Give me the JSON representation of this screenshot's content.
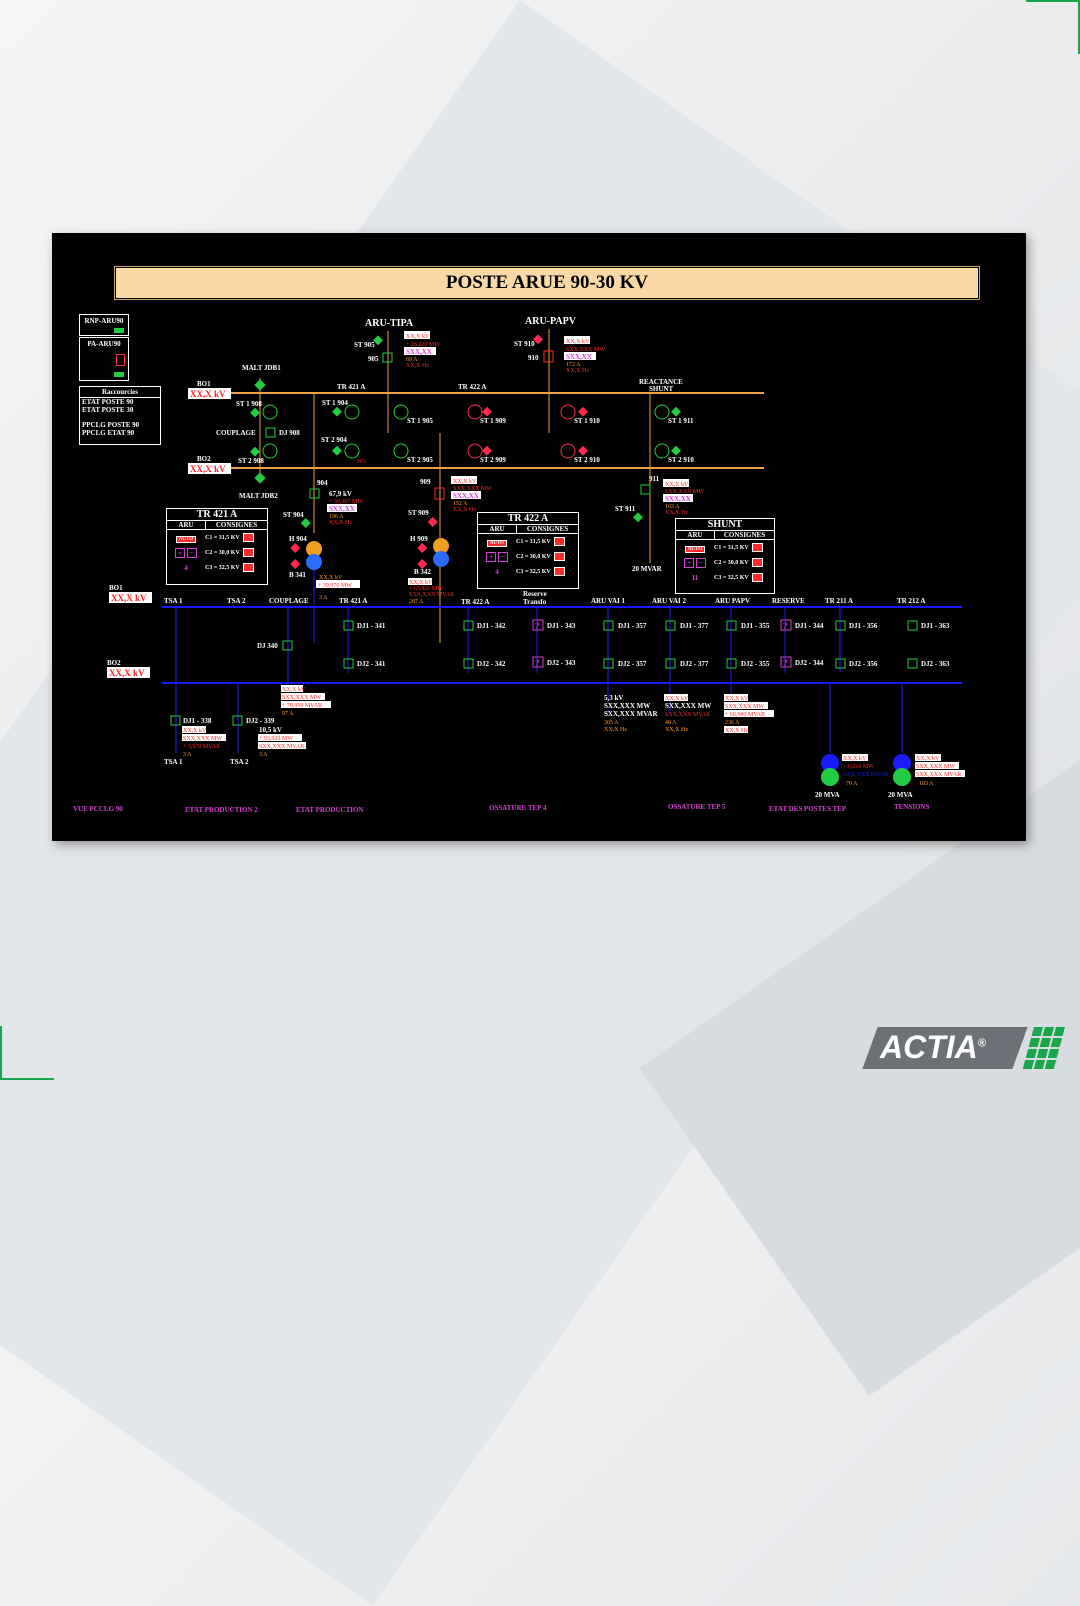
{
  "title": "POSTE ARUE 90-30 KV",
  "top_nodes": {
    "tipa": "ARU-TIPA",
    "papv": "ARU-PAPV"
  },
  "side": {
    "rnp": "RNP-ARU90",
    "pa": "PA-ARU90",
    "shortcuts_title": "Raccourcies",
    "shortcuts": [
      "ETAT POSTE 90",
      "ETAT POSTE 30",
      "PPCLG POSTE 90",
      "PPCLG ETAT 90"
    ]
  },
  "bus90": {
    "bo1": "BO1",
    "bo2": "BO2",
    "bo1_val": "XX,X kV",
    "bo2_val": "XX,X kV"
  },
  "bus30": {
    "bo1": "BO1",
    "bo2": "BO2",
    "bo1_val": "XX,X kV",
    "bo2_val": "XX,X kV"
  },
  "labels90": {
    "malt1": "MALT JDB1",
    "malt2": "MALT JDB2",
    "couplage": "COUPLAGE",
    "dj908": "DJ 908",
    "st1908": "ST 1 908",
    "st2908": "ST 2 908",
    "tr421": "TR 421 A",
    "tr422": "TR 422 A",
    "reactance1": "REACTANCE",
    "reactance2": "SHUNT",
    "st1904": "ST 1 904",
    "st2904": "ST 2 904",
    "st1905": "ST 1 905",
    "st2905": "ST 2 905",
    "st1909": "ST 1 909",
    "st2909": "ST 2 909",
    "st1910": "ST 1 910",
    "st2910": "ST 2 910",
    "st1911": "ST 1 911",
    "st2911": "ST 2 910",
    "st905": "ST 905",
    "b905": "905",
    "st910": "ST 910",
    "b910": "910",
    "b904": "904",
    "st904": "ST 904",
    "h904": "H 904",
    "b341": "B 341",
    "b909": "909",
    "st909": "ST 909",
    "h909": "H 909",
    "b342": "B 342",
    "b911": "911",
    "st911": "ST 911",
    "mvar20": "20 MVAR",
    "no": "NO"
  },
  "meas": {
    "tipa": [
      "XX,X kV",
      "+ 26,220 MW",
      "SXX,XX",
      "69 A",
      "XX,X Hz"
    ],
    "papv": [
      "XX,X kV",
      "SXX,XXX MW",
      "SXX,XX",
      "172 A",
      "XX,X Hz"
    ],
    "tr421": [
      "67,9 kV",
      "+ 39,967 MW",
      "SXX,XX",
      "196 A",
      "XX,X Hz"
    ],
    "tr422": [
      "XX,X kV",
      "SXX,XXX MW",
      "SXX,XX",
      "152 A",
      "XX,X Hz"
    ],
    "shunt": [
      "XX,X kV",
      "SXX,XXX MW",
      "SXX,XX",
      "163 A",
      "XX,X Hz"
    ],
    "tr421_30": [
      "XX,X kV",
      "+ 39,970 MW",
      "3 A"
    ],
    "tr422_30": [
      "XX,X kV",
      "+ 63,820 MW",
      "SXX,XXX MVAR",
      "287 A"
    ],
    "dj340": [
      "XX,X kV",
      "SXX,XXX MW",
      "+ 78,950 MVAR",
      "97 A"
    ],
    "tsa1": [
      "XX,X kV",
      "SXX,XXX MW",
      "+ 3,970 MVAR",
      "3 A"
    ],
    "tsa2": [
      "10,5 kV",
      "+ 93,920 MW",
      "SXX,XXX MVAR",
      "3 A"
    ],
    "vai1": [
      "5,3 kV",
      "SXX,XXX MW",
      "SXX,XXX MVAR",
      "305 A",
      "XX,X Hz"
    ],
    "vai2": [
      "XX,X kV",
      "SXX,XXX MW",
      "SXX,XXX MVAR",
      "48 A",
      "XX,X Hz"
    ],
    "papv30": [
      "XX,X kV",
      "SXX,XXX MW",
      "+ 66,980 MVAR",
      "236 A",
      "XX,X Hz"
    ],
    "tr211": [
      "XX,X kV",
      "+ 6,210 MW",
      "SXX,XXX MVAR",
      "70 A"
    ],
    "tr212": [
      "XX,X kV",
      "SXX,XXX MW",
      "SXX,XXX MVAR",
      "103 A"
    ]
  },
  "panels": [
    {
      "title": "TR 421 A",
      "col1": "ARU",
      "col2": "CONSIGNES",
      "auto": "AUTO",
      "c1": "C1 = 31,5 KV",
      "c2": "C2 = 30,0 KV",
      "c3": "C3 = 32,5 KV",
      "count": "4"
    },
    {
      "title": "TR 422 A",
      "col1": "ARU",
      "col2": "CONSIGNES",
      "auto": "AUTO",
      "c1": "C1 = 31,5 KV",
      "c2": "C2 = 30,0 KV",
      "c3": "C3 = 32,5 KV",
      "count": "4"
    },
    {
      "title": "SHUNT",
      "col1": "ARU",
      "col2": "CONSIGNES",
      "auto": "AUTO",
      "c1": "C1 = 31,5 KV",
      "c2": "C2 = 30,0 KV",
      "c3": "C3 = 32,5 KV",
      "count": "11"
    }
  ],
  "feeders30": {
    "tsa1": "TSA 1",
    "tsa2": "TSA 2",
    "couplage": "COUPLAGE",
    "tr421": "TR 421 A",
    "tr422": "TR 422 A",
    "reserve1": "Reserve",
    "reserve2": "Transfo",
    "vai1": "ARU VAI 1",
    "vai2": "ARU VAI 2",
    "papv": "ARU PAPV",
    "reserve": "RESERVE",
    "tr211": "TR 211 A",
    "tr212": "TR 212 A",
    "dj1341": "DJ1 - 341",
    "dj2341": "DJ2 - 341",
    "dj1342": "DJ1 - 342",
    "dj2342": "DJ2 - 342",
    "dj1343": "DJ1 - 343",
    "dj2343": "DJ2 - 343",
    "dj1357": "DJ1 - 357",
    "dj2357": "DJ2 - 357",
    "dj1377": "DJ1 - 377",
    "dj2377": "DJ2 - 377",
    "dj1355": "DJ1 - 355",
    "dj2355": "DJ2 - 355",
    "dj1344": "DJ1 - 344",
    "dj2344": "DJ2 - 344",
    "dj1356": "DJ1 - 356",
    "dj2356": "DJ2 - 356",
    "dj1363": "DJ1 - 363",
    "dj2363": "DJ2 - 363",
    "dj340": "DJ 340",
    "dj1338": "DJ1 - 338",
    "dj2339": "DJ2 - 339",
    "tsa1b": "TSA 1",
    "tsa2b": "TSA 2",
    "mva1": "20 MVA",
    "mva2": "20 MVA",
    "q": "?"
  },
  "footer": [
    "VUE PCCLG 90",
    "ETAT  PRODUCTION 2",
    "ETAT  PRODUCTION",
    "OSSATURE TEP 4",
    "OSSATURE TEP 5",
    "ETAT DES POSTES TEP",
    "TENSIONS"
  ],
  "brand": {
    "name": "ACTIA",
    "reg": "®"
  },
  "colors": {
    "bus90": "#f0a040",
    "bus30": "#1a1aff",
    "closed": "#22cc44",
    "open": "#ff2a50",
    "accent": "#1aa64a"
  }
}
